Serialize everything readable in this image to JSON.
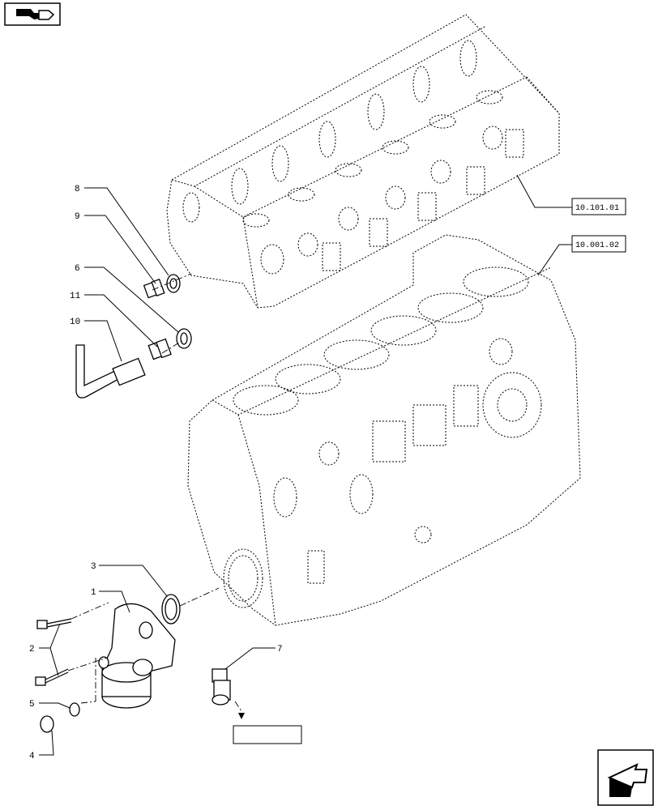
{
  "callouts": {
    "c1": "1",
    "c2": "2",
    "c3": "3",
    "c4": "4",
    "c5": "5",
    "c6": "6",
    "c7": "7",
    "c8": "8",
    "c9": "9",
    "c10": "10",
    "c11": "11"
  },
  "references": {
    "cylinder_head": "10.101.01",
    "engine_block": "10.001.02",
    "empty_ref": ""
  },
  "icons": {
    "top_left": "book-arrow-icon",
    "bottom_right": "next-page-arrow-icon"
  }
}
